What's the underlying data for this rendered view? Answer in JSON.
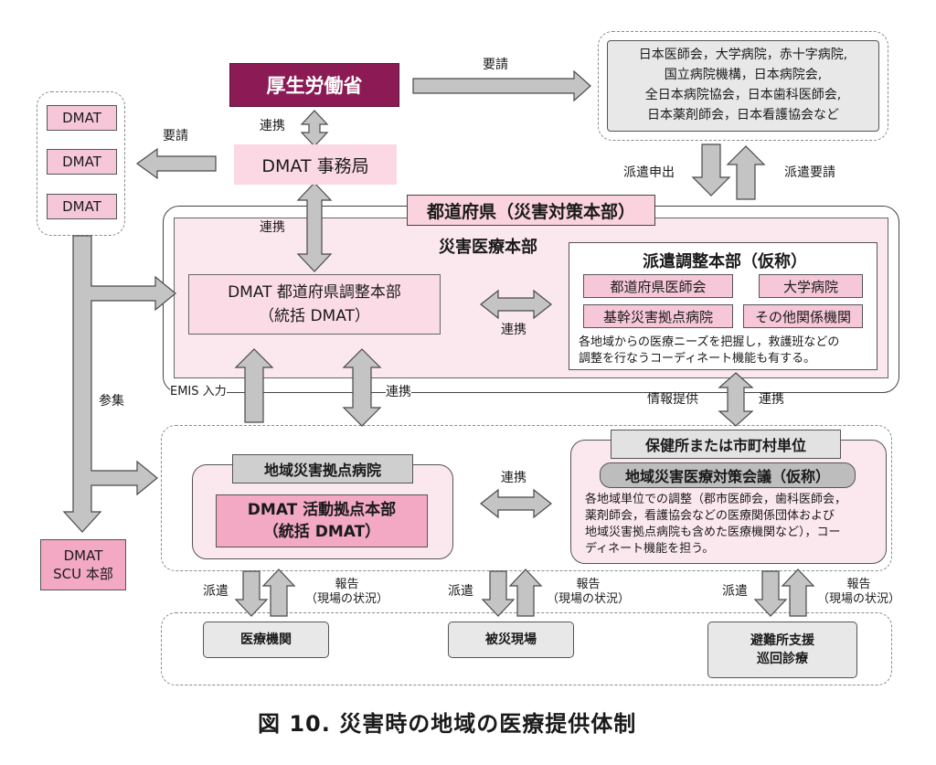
{
  "ministry": "厚生労働省",
  "dmat_office": "DMAT 事務局",
  "dmat_teams": [
    "DMAT",
    "DMAT",
    "DMAT"
  ],
  "organizations": [
    "日本医師会，大学病院，赤十字病院,",
    "国立病院機構，日本病院会,",
    "全日本病院協会，日本歯科医師会,",
    "日本薬剤師会，日本看護協会など"
  ],
  "labels": {
    "request_top": "要請",
    "request_left": "要請",
    "renkei_1": "連携",
    "renkei_2": "連携",
    "renkei_3": "連携",
    "renkei_4": "連携",
    "renkei_5": "連携",
    "renkei_6": "連携",
    "dispatch_offer": "派遣申出",
    "dispatch_request": "派遣要請",
    "sanshu": "参集",
    "emis": "EMIS 入力",
    "info": "情報提供"
  },
  "prefecture": {
    "title": "都道府県（災害対策本部）",
    "hq": "災害医療本部",
    "dmat_hq": [
      "DMAT 都道府県調整本部",
      "（統括 DMAT）"
    ],
    "haken": {
      "title": "派遣調整本部（仮称）",
      "members": [
        "都道府県医師会",
        "大学病院",
        "基幹災害拠点病院",
        "その他関係機関"
      ],
      "note": [
        "各地域からの医療ニーズを把握し，救護班などの",
        "調整を行なうコーディネート機能も有する。"
      ]
    }
  },
  "region": {
    "hospital": "地域災害拠点病院",
    "activity": [
      "DMAT 活動拠点本部",
      "（統括 DMAT）"
    ],
    "health_center": "保健所または市町村単位",
    "council": "地域災害医療対策会議（仮称）",
    "council_note": [
      "各地域単位での調整（郡市医師会，歯科医師会，",
      "薬剤師会，看護協会などの医療関係団体および",
      "地域災害拠点病院も含めた医療機関など），コー",
      "ディネート機能を担う。"
    ]
  },
  "scu": [
    "DMAT",
    "SCU 本部"
  ],
  "dispatch_pairs": [
    {
      "send": "派遣",
      "report": [
        "報告",
        "（現場の状況）"
      ]
    },
    {
      "send": "派遣",
      "report": [
        "報告",
        "（現場の状況）"
      ]
    },
    {
      "send": "派遣",
      "report": [
        "報告",
        "（現場の状況）"
      ]
    }
  ],
  "sites": {
    "medical": "医療機関",
    "disaster": "被災現場",
    "shelter": [
      "避難所支援",
      "巡回診療"
    ]
  },
  "caption": "図 10.  災害時の地域の医療提供体制",
  "colors": {
    "ministry": "#8c1b55",
    "pink_light": "#fbe8ef",
    "pink_mid": "#f6c7d8",
    "pink_dark": "#f3a9c3",
    "grey": "#e8e8e8",
    "arrow": "#c4c4c4"
  }
}
